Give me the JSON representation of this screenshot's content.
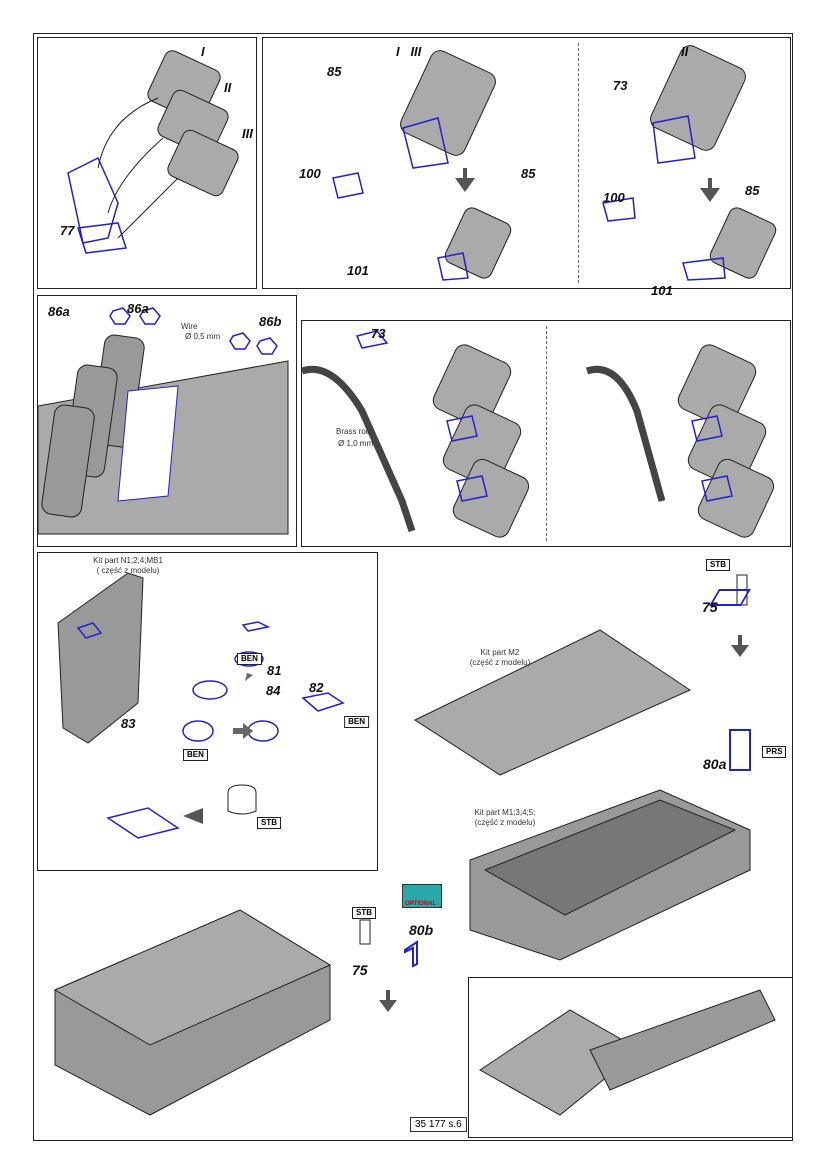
{
  "panel1": {
    "labels": [
      "I",
      "II",
      "III",
      "77"
    ]
  },
  "panel2": {
    "left": {
      "roman": "I   III",
      "parts": [
        "85",
        "100",
        "101",
        "85"
      ]
    },
    "right": {
      "roman": "II",
      "parts": [
        "73",
        "100",
        "85",
        "101"
      ]
    }
  },
  "panel3": {
    "parts": [
      "86a",
      "86a",
      "86b"
    ],
    "wire_label": "Wire",
    "wire_size": "Ø 0,5 mm"
  },
  "panel4": {
    "part": "73",
    "rod_label": "Brass rod",
    "rod_size": "Ø 1,0 mm"
  },
  "panel5": {
    "kit_part": "Kit part N1;2;4;MB1",
    "kit_part_sub": "( część z modelu)",
    "parts": [
      "81",
      "84",
      "82",
      "83"
    ],
    "tags": [
      "BEN",
      "BEN",
      "BEN",
      "STB"
    ]
  },
  "crate_top": {
    "tag_stb": "STB",
    "part_75": "75",
    "kit_part": "Kit part M2",
    "kit_part_sub": "(część z modelu)",
    "part_80a": "80a",
    "tag_prs": "PRS",
    "kit_part2": "Kit part M1;3;4;5;",
    "kit_part2_sub": "(część z modelu)"
  },
  "crate_bottom": {
    "optional": "OPTIONAL",
    "tag_stb": "STB",
    "part_80b": "80b",
    "part_75": "75"
  },
  "page_code": "35 177 s.6",
  "colors": {
    "parts_blue": "#2a2ad0",
    "gray": "#a9a9a9",
    "optional_teal": "#2aa7a7"
  }
}
